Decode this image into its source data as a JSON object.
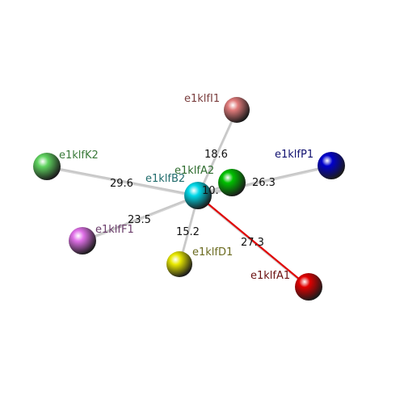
{
  "nodes": [
    {
      "id": "I1",
      "label": "e1klfI1",
      "color": "#e07a7a",
      "label_color": "#7a3d3d"
    },
    {
      "id": "K2",
      "label": "e1klfK2",
      "color": "#5fd35f",
      "label_color": "#3a7a3a"
    },
    {
      "id": "P1",
      "label": "e1klfP1",
      "color": "#0000cc",
      "label_color": "#101070"
    },
    {
      "id": "A2",
      "label": "e1klfA2",
      "color": "#00c000",
      "label_color": "#2d6b2d"
    },
    {
      "id": "B2",
      "label": "e1klfB2",
      "color": "#00d8e8",
      "label_color": "#1f6b6b"
    },
    {
      "id": "F1",
      "label": "e1klfF1",
      "color": "#e070e8",
      "label_color": "#6b3d6b"
    },
    {
      "id": "D1",
      "label": "e1klfD1",
      "color": "#e8e800",
      "label_color": "#6b6b20"
    },
    {
      "id": "A1",
      "label": "e1klfA1",
      "color": "#e00000",
      "label_color": "#6b1010"
    }
  ],
  "edges": [
    {
      "from": "B2",
      "to": "I1",
      "label": "18.6",
      "color": "#c8c8c8"
    },
    {
      "from": "B2",
      "to": "K2",
      "label": "29.6",
      "color": "#c8c8c8"
    },
    {
      "from": "B2",
      "to": "P1",
      "label": "26.3",
      "color": "#c8c8c8"
    },
    {
      "from": "B2",
      "to": "A2",
      "label": "10.",
      "color": "#c8c8c8"
    },
    {
      "from": "B2",
      "to": "F1",
      "label": "23.5",
      "color": "#c8c8c8"
    },
    {
      "from": "B2",
      "to": "D1",
      "label": "15.2",
      "color": "#c8c8c8"
    },
    {
      "from": "B2",
      "to": "A1",
      "label": "27.3",
      "color": "#e00000"
    }
  ]
}
